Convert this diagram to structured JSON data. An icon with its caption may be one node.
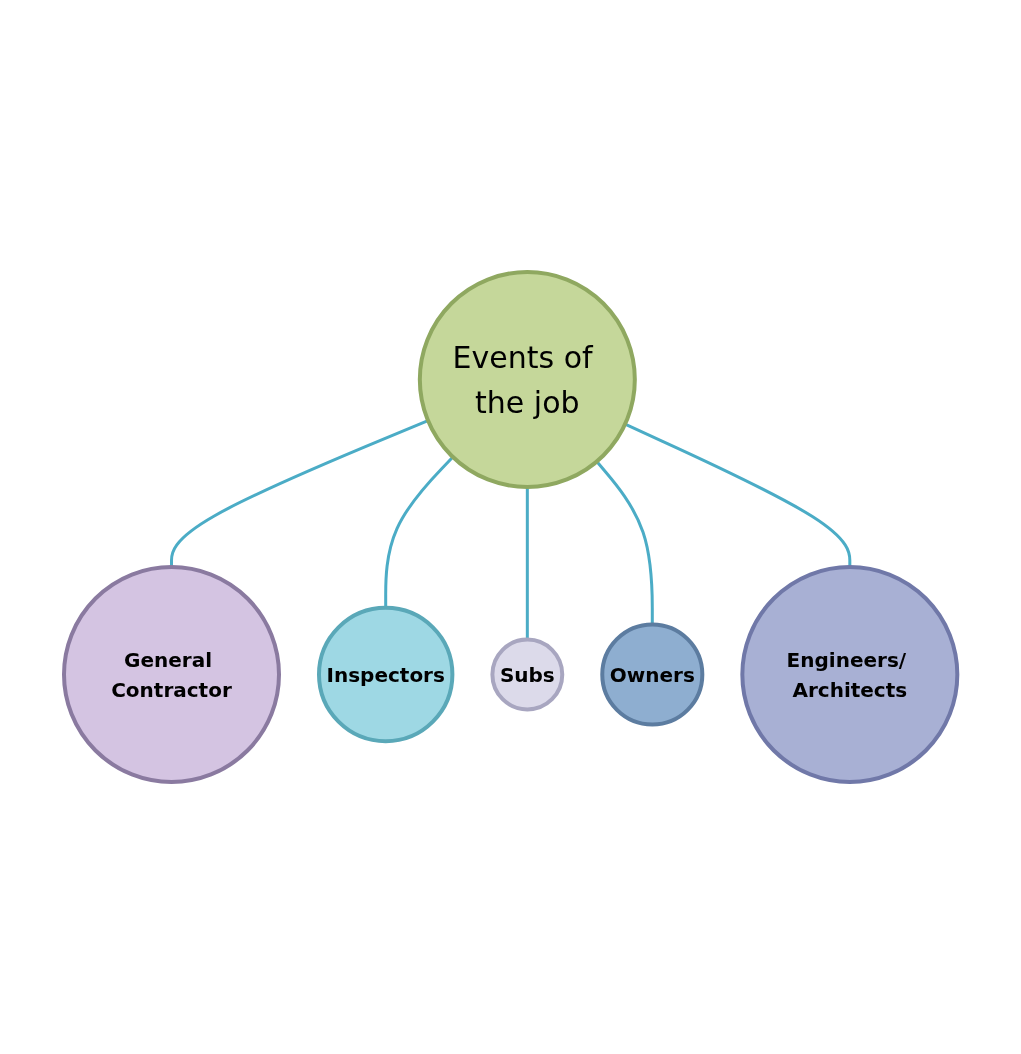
{
  "diagram": {
    "nodes": [
      {
        "text": [
          "General Contractor"
        ]
      },
      {
        "text": [
          "Inspectors"
        ]
      },
      {
        "text": [
          "Events of the job"
        ]
      },
      {
        "text": [
          "Subs"
        ]
      },
      {
        "text": [
          "Owners"
        ]
      },
      {
        "text": [
          "Engineers/ Architects"
        ]
      }
    ],
    "edges": [
      {
        "from": 2,
        "to": 0,
        "arrow": "none"
      },
      {
        "from": 2,
        "to": 1,
        "arrow": "none"
      },
      {
        "from": 2,
        "to": 3,
        "arrow": "none"
      },
      {
        "from": 2,
        "to": 4,
        "arrow": "none"
      },
      {
        "from": 2,
        "to": 5,
        "arrow": "none"
      }
    ]
  }
}
